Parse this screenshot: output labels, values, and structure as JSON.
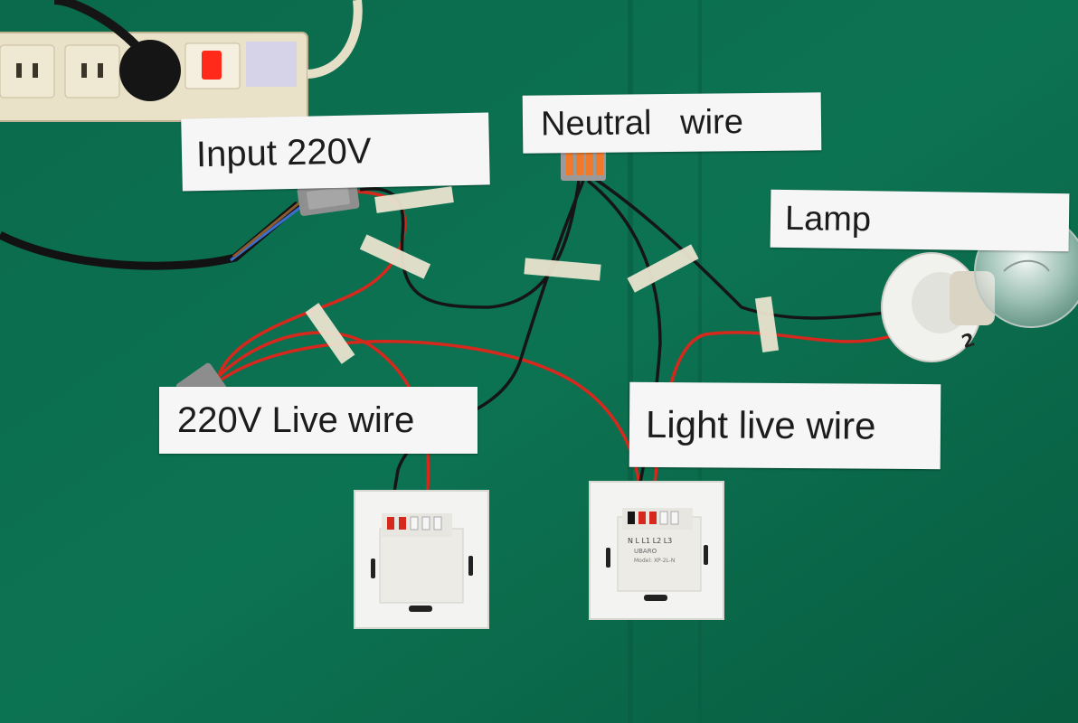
{
  "labels": {
    "input": "Input 220V",
    "neutral": "Neutral   wire",
    "lamp": "Lamp",
    "live": "220V Live wire",
    "light_live": "Light live wire"
  },
  "switch_right": {
    "terminals": "N  L  L1  L2  L3",
    "brand": "UBARO",
    "model": "Model: XP-2L-N"
  },
  "lamp_marking": "2",
  "colors": {
    "background": "#0b6b4c",
    "live_wire": "#d6281d",
    "neutral_wire": "#151515",
    "tape": "#e9e3cf",
    "card": "#f6f6f6"
  }
}
